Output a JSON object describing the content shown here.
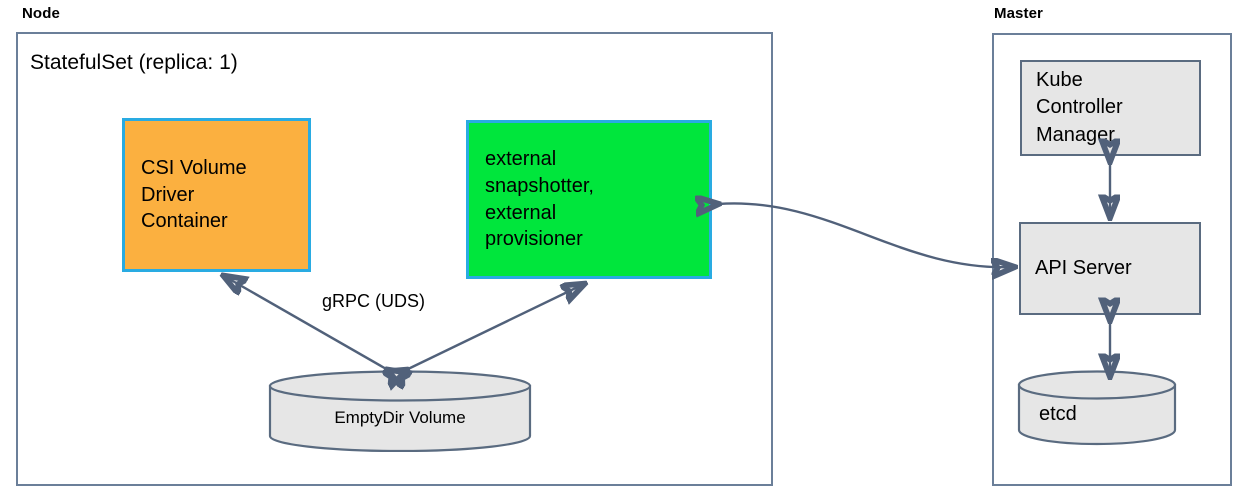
{
  "diagram": {
    "title": "Kubernetes CSI StatefulSet deployment topology",
    "colors": {
      "container_border": "#29abe2",
      "csi_driver_fill": "#fbb040",
      "sidecar_fill": "#00e63c",
      "datastore_fill": "#e6e6e6",
      "group_border": "#6b7f99",
      "arrow_stroke": "#51617a",
      "box_border": "#5a6b80"
    },
    "node_group": {
      "label": "Node",
      "statefulset_title": "StatefulSet (replica: 1)",
      "components": {
        "csi_driver": "CSI Volume\nDriver\nContainer",
        "sidecars": "external\nsnapshotter,\nexternal\nprovisioner",
        "volume": "EmptyDir Volume"
      },
      "edges": {
        "grpc": "gRPC (UDS)"
      }
    },
    "master_group": {
      "label": "Master",
      "components": {
        "kube_controller_manager": "Kube\nController\nManager",
        "api_server": "API Server",
        "etcd": "etcd"
      }
    }
  }
}
